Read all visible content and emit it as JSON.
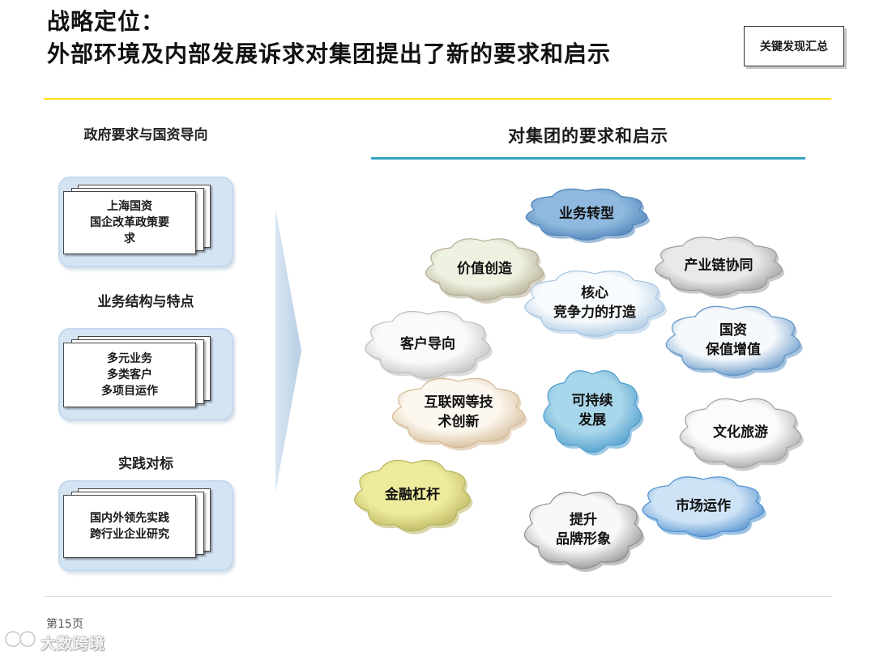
{
  "title": {
    "line1": "战略定位：",
    "line2": "外部环境及内部发展诉求对集团提出了新的要求和启示"
  },
  "badge": "关键发现汇总",
  "left": {
    "section1": {
      "label": [
        "政府要求与",
        "国资导向"
      ],
      "card": [
        "上海国资",
        "国企改革政策要",
        "求"
      ]
    },
    "section2": {
      "label": [
        "业务结构与特点"
      ],
      "card": [
        "多元业务",
        "多类客户",
        "多项目运作"
      ]
    },
    "section3": {
      "label": [
        "实践对标"
      ],
      "card": [
        "国内外领先实践",
        "跨行业企业研究"
      ]
    }
  },
  "right_title": "对集团的要求和启示",
  "clouds": [
    {
      "lines": [
        "业务转型"
      ],
      "fill": "#8fb9de",
      "shade": "#4c82b8"
    },
    {
      "lines": [
        "价值创造"
      ],
      "fill": "#eef2e1",
      "shade": "#b3ab92"
    },
    {
      "lines": [
        "产业链协同"
      ],
      "fill": "#e9e9e9",
      "shade": "#9b9b9b"
    },
    {
      "lines": [
        "核心",
        "竞争力的打造"
      ],
      "fill": "#f8fbfd",
      "shade": "#a8c6e2"
    },
    {
      "lines": [
        "国资",
        "保值增值"
      ],
      "fill": "#f6f9fc",
      "shade": "#5f93c6"
    },
    {
      "lines": [
        "客户导向"
      ],
      "fill": "#fafafa",
      "shade": "#bdbdbd"
    },
    {
      "lines": [
        "互联网等技",
        "术创新"
      ],
      "fill": "#fdf8ef",
      "shade": "#d3b995"
    },
    {
      "lines": [
        "可持续",
        "发展"
      ],
      "fill": "#a8d6ea",
      "shade": "#4e9ccc"
    },
    {
      "lines": [
        "文化旅游"
      ],
      "fill": "#fbfbfb",
      "shade": "#a3a3a3"
    },
    {
      "lines": [
        "金融杠杆"
      ],
      "fill": "#eeeb9c",
      "shade": "#b9b561"
    },
    {
      "lines": [
        "市场运作"
      ],
      "fill": "#cfe3f6",
      "shade": "#4e8fcd"
    },
    {
      "lines": [
        "提升",
        "品牌形象"
      ],
      "fill": "#f8f8f8",
      "shade": "#8f8f8f"
    }
  ],
  "page_number": "第15页",
  "watermark": "大数跨境",
  "colors": {
    "gold_rule": "#ffe100",
    "teal_rule": "#36a4c0",
    "panel": "#d4e4f3"
  }
}
